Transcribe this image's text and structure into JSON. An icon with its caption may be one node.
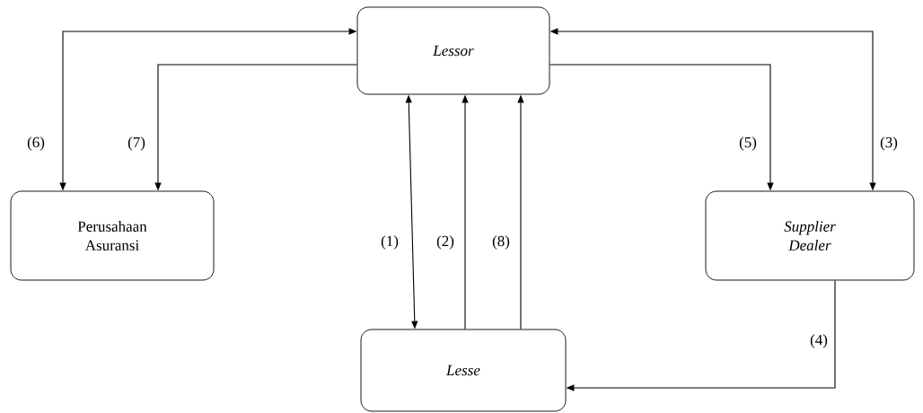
{
  "diagram": {
    "nodes": [
      {
        "text": [
          "*Lessor*"
        ]
      },
      {
        "text": [
          "Perusahaan Asuransi"
        ]
      },
      {
        "text": [
          "*Supplier Dealer*"
        ]
      },
      {
        "text": [
          "*Lesse*"
        ]
      }
    ],
    "edges": [
      {
        "from": 0,
        "to": 1,
        "arrow": "both",
        "label": "(6)"
      },
      {
        "from": 0,
        "to": 1,
        "arrow": "to",
        "label": "(7)"
      },
      {
        "from": 0,
        "to": 2,
        "arrow": "to",
        "label": "(5)"
      },
      {
        "from": 0,
        "to": 2,
        "arrow": "both",
        "label": "(3)"
      },
      {
        "from": 0,
        "to": 3,
        "arrow": "both",
        "label": "(1)"
      },
      {
        "from": 3,
        "to": 0,
        "arrow": "to",
        "label": "(2)"
      },
      {
        "from": 3,
        "to": 0,
        "arrow": "to",
        "label": "(8)"
      },
      {
        "from": 2,
        "to": 3,
        "arrow": "to",
        "label": "(4)"
      }
    ]
  }
}
